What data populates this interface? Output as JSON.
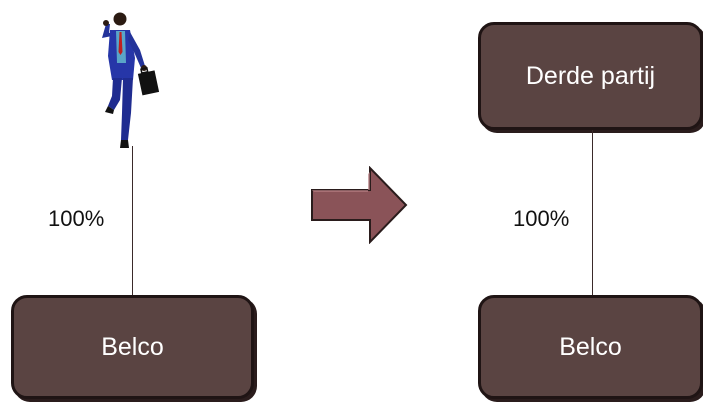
{
  "left": {
    "box_label": "Belco",
    "edge_label": "100%",
    "owner_figure": "businessman-figure"
  },
  "right": {
    "top_box_label": "Derde partij",
    "bottom_box_label": "Belco",
    "edge_label": "100%"
  },
  "colors": {
    "box_fill": "#5a4442",
    "box_border": "#1f1414",
    "arrow_fill": "#8a5358",
    "box_text": "#ffffff"
  },
  "icons": {
    "transition_arrow": "right-arrow-icon"
  }
}
